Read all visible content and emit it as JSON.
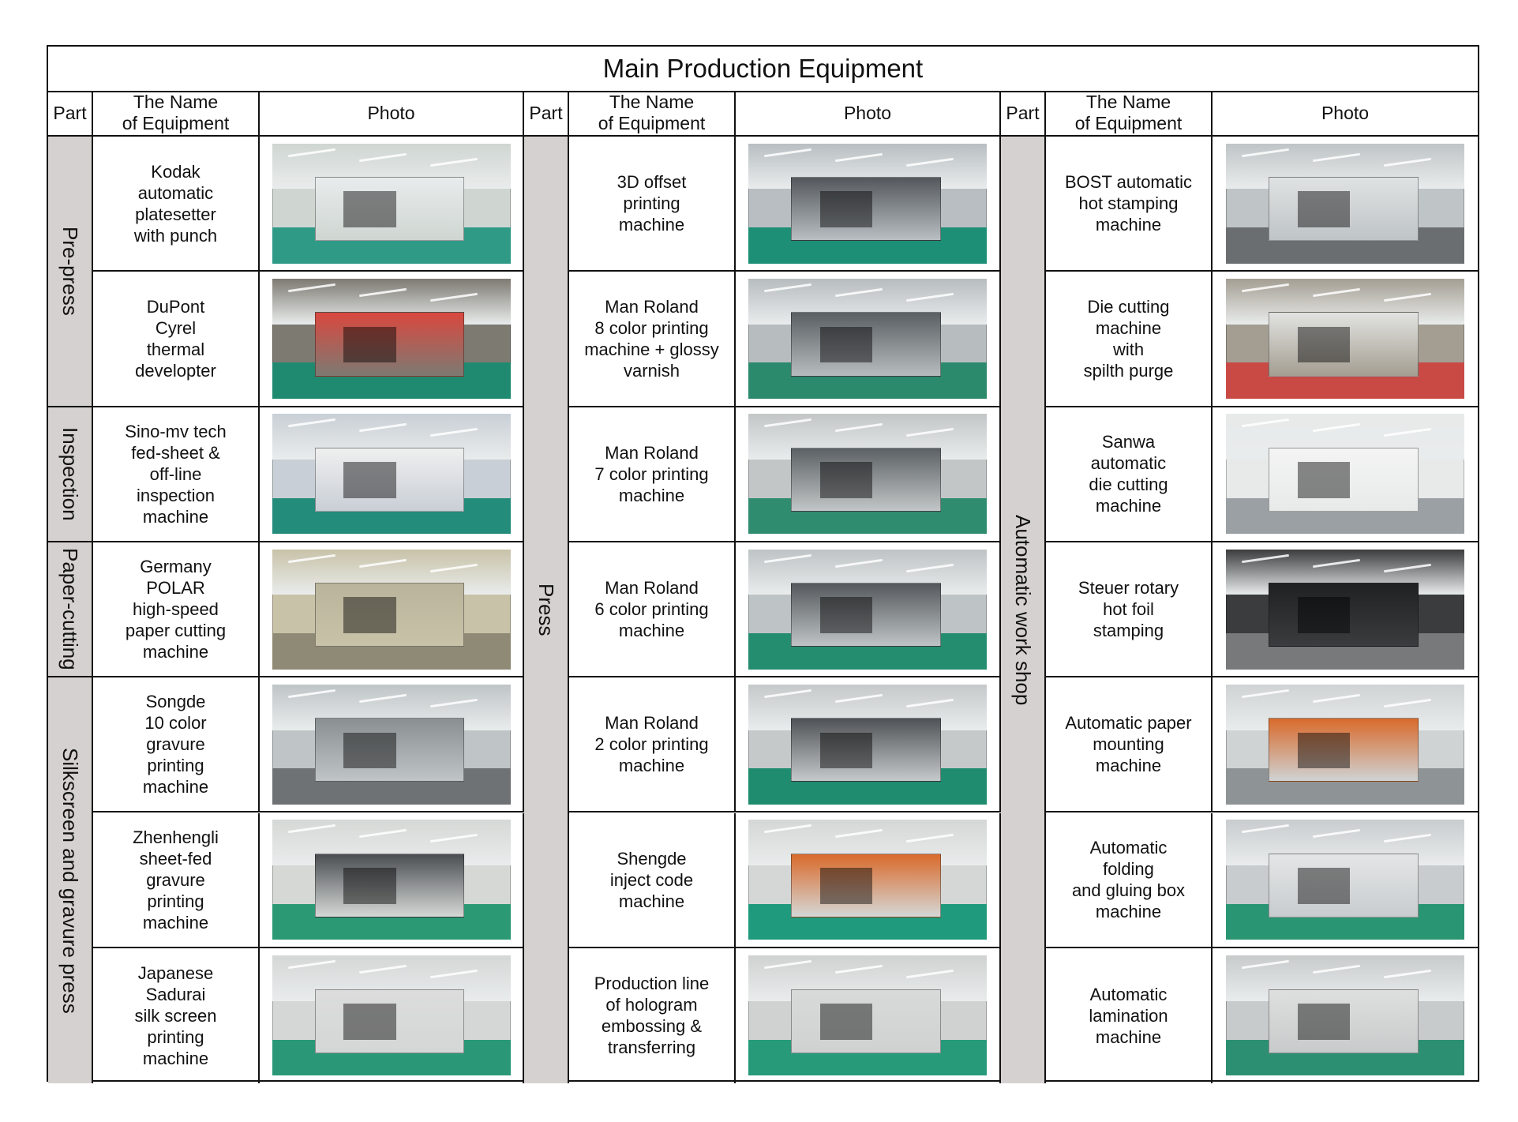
{
  "title": "Main Production Equipment",
  "headers": {
    "part": "Part",
    "name": "The Name\nof Equipment",
    "photo": "Photo"
  },
  "groups": [
    {
      "parts": [
        {
          "label": "Pre-press",
          "rows": 2
        },
        {
          "label": "Inspection",
          "rows": 1
        },
        {
          "label": "Paper-cutting",
          "rows": 1
        },
        {
          "label": "Silkscreen and gravure press",
          "rows": 3
        }
      ],
      "equipment": [
        {
          "name": "Kodak\nautomatic\nplatesetter\nwith punch",
          "photo": "platesetter-photo",
          "colors": [
            "#cfd6d2",
            "#2f9a86",
            "#e8ecec"
          ]
        },
        {
          "name": "DuPont\nCyrel\nthermal\ndevelopter",
          "photo": "thermal-developer-photo",
          "colors": [
            "#7d7a72",
            "#1f8a70",
            "#d9483f"
          ]
        },
        {
          "name": "Sino-mv tech\nfed-sheet &\noff-line\ninspection\nmachine",
          "photo": "inspection-machine-photo",
          "colors": [
            "#c9cfd6",
            "#238c7a",
            "#efefef"
          ]
        },
        {
          "name": "Germany\nPOLAR\nhigh-speed\npaper cutting\nmachine",
          "photo": "paper-cutter-photo",
          "colors": [
            "#c8c2a8",
            "#8e8a75",
            "#b9b49b"
          ]
        },
        {
          "name": "Songde\n10 color\ngravure\nprinting\nmachine",
          "photo": "gravure-machine-photo",
          "colors": [
            "#bfc4c6",
            "#6f7274",
            "#8a9092"
          ]
        },
        {
          "name": "Zhenhengli\nsheet-fed\ngravure\nprinting\nmachine",
          "photo": "sheetfed-gravure-photo",
          "colors": [
            "#d6d8d6",
            "#2b9a74",
            "#4a4e52"
          ]
        },
        {
          "name": "Japanese\nSadurai\nsilk screen\nprinting\nmachine",
          "photo": "silk-screen-photo",
          "colors": [
            "#d4d7d6",
            "#2a9877",
            "#dcdcdc"
          ]
        }
      ]
    },
    {
      "parts": [
        {
          "label": "Press",
          "rows": 7
        }
      ],
      "equipment": [
        {
          "name": "3D offset\nprinting\nmachine",
          "photo": "offset-press-photo",
          "colors": [
            "#b8bec2",
            "#1c8f76",
            "#54585c"
          ]
        },
        {
          "name": "Man Roland\n8 color printing\nmachine + glossy\nvarnish",
          "photo": "roland-8-color-photo",
          "colors": [
            "#b7bcbf",
            "#2b8a6c",
            "#5a5f63"
          ]
        },
        {
          "name": "Man Roland\n7 color printing\nmachine",
          "photo": "roland-7-color-photo",
          "colors": [
            "#c2c6c6",
            "#2f8c6e",
            "#5c6165"
          ]
        },
        {
          "name": "Man Roland\n6 color printing\nmachine",
          "photo": "roland-6-color-photo",
          "colors": [
            "#bec3c5",
            "#248d70",
            "#55595d"
          ]
        },
        {
          "name": "Man Roland\n2 color printing\nmachine",
          "photo": "roland-2-color-photo",
          "colors": [
            "#c5c9ca",
            "#1f8c6f",
            "#4f5357"
          ]
        },
        {
          "name": "Shengde\ninject code\nmachine",
          "photo": "inject-code-photo",
          "colors": [
            "#d5d7d6",
            "#1f9a7c",
            "#d96a2b"
          ]
        },
        {
          "name": "Production line\nof hologram\nembossing &\ntransferring",
          "photo": "hologram-line-photo",
          "colors": [
            "#cfd2d1",
            "#269a79",
            "#d8dada"
          ]
        }
      ]
    },
    {
      "parts": [
        {
          "label": "Automatic work shop",
          "rows": 7
        }
      ],
      "equipment": [
        {
          "name": "BOST automatic\nhot stamping\nmachine",
          "photo": "hot-stamping-photo",
          "colors": [
            "#bfc4c6",
            "#6b6e70",
            "#dfe2e2"
          ]
        },
        {
          "name": "Die cutting\nmachine\nwith\nspilth purge",
          "photo": "die-cutting-photo",
          "colors": [
            "#a49e92",
            "#c94a45",
            "#e2e3e1"
          ]
        },
        {
          "name": "Sanwa\nautomatic\ndie cutting\nmachine",
          "photo": "sanwa-die-cutter-photo",
          "colors": [
            "#e8eaea",
            "#9aa0a4",
            "#f4f4f4"
          ]
        },
        {
          "name": "Steuer rotary\nhot foil\nstamping",
          "photo": "rotary-foil-photo",
          "colors": [
            "#3a3c3e",
            "#77797b",
            "#1f2122"
          ]
        },
        {
          "name": "Automatic paper\nmounting\nmachine",
          "photo": "paper-mounting-photo",
          "colors": [
            "#cfd3d4",
            "#8e9496",
            "#d96a2b"
          ]
        },
        {
          "name": "Automatic\nfolding\nand gluing box\nmachine",
          "photo": "folding-gluing-photo",
          "colors": [
            "#c8ccce",
            "#2a9572",
            "#e4e6e6"
          ]
        },
        {
          "name": "Automatic\nlamination\nmachine",
          "photo": "lamination-photo",
          "colors": [
            "#c8cbcb",
            "#2d8f72",
            "#dedfdf"
          ]
        }
      ]
    }
  ]
}
